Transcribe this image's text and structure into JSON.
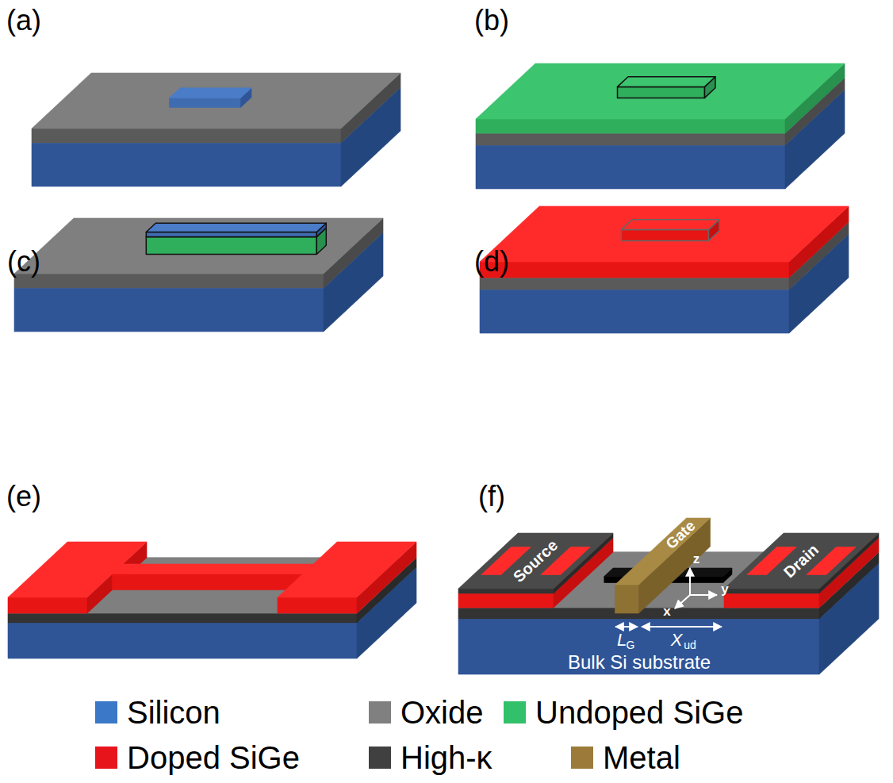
{
  "diagram": {
    "labels": [
      "(a)",
      "(b)",
      "(c)",
      "(d)",
      "(e)",
      "(f)",
      "Source",
      "Gate",
      "Drain",
      "z",
      "x",
      "y",
      "L",
      "G",
      "X",
      "ud",
      "Bulk Si substrate"
    ],
    "legend": [
      {
        "text": "Silicon",
        "color": "#3b78c8"
      },
      {
        "text": "Oxide",
        "color": "#808080"
      },
      {
        "text": "Undoped SiGe",
        "color": "#33c06a"
      },
      {
        "text": "Doped SiGe",
        "color": "#e8141c"
      },
      {
        "text": "High-κ",
        "color": "#404040"
      },
      {
        "text": "Metal",
        "color": "#9c7b3a"
      }
    ]
  }
}
